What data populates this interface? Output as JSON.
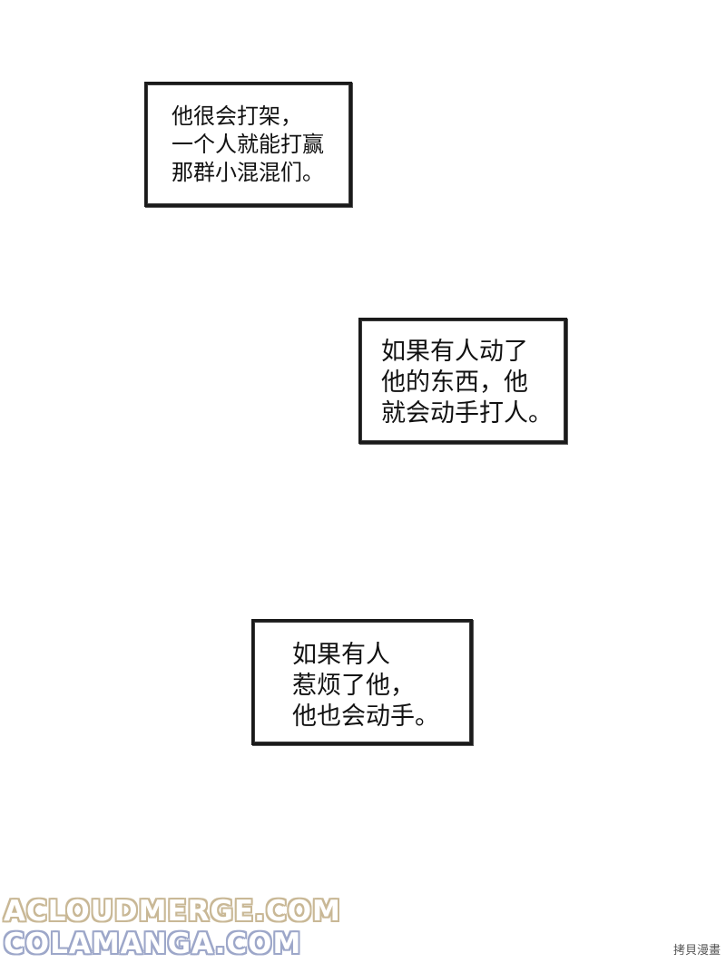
{
  "captions": [
    {
      "text": "他很会打架，\n一个人就能打赢\n那群小混混们。"
    },
    {
      "text": "如果有人动了\n他的东西，他\n就会动手打人。"
    },
    {
      "text": "如果有人\n惹烦了他，\n他也会动手。"
    }
  ],
  "watermarks": {
    "line1": "ACLOUDMERGE.COM",
    "line2": "COLAMANGA.COM",
    "corner": "拷貝漫畫"
  },
  "colors": {
    "border": "#1a1a1a",
    "text": "#111111",
    "watermark1_outline": "#c9b896",
    "watermark2_outline": "#9da7c9"
  }
}
